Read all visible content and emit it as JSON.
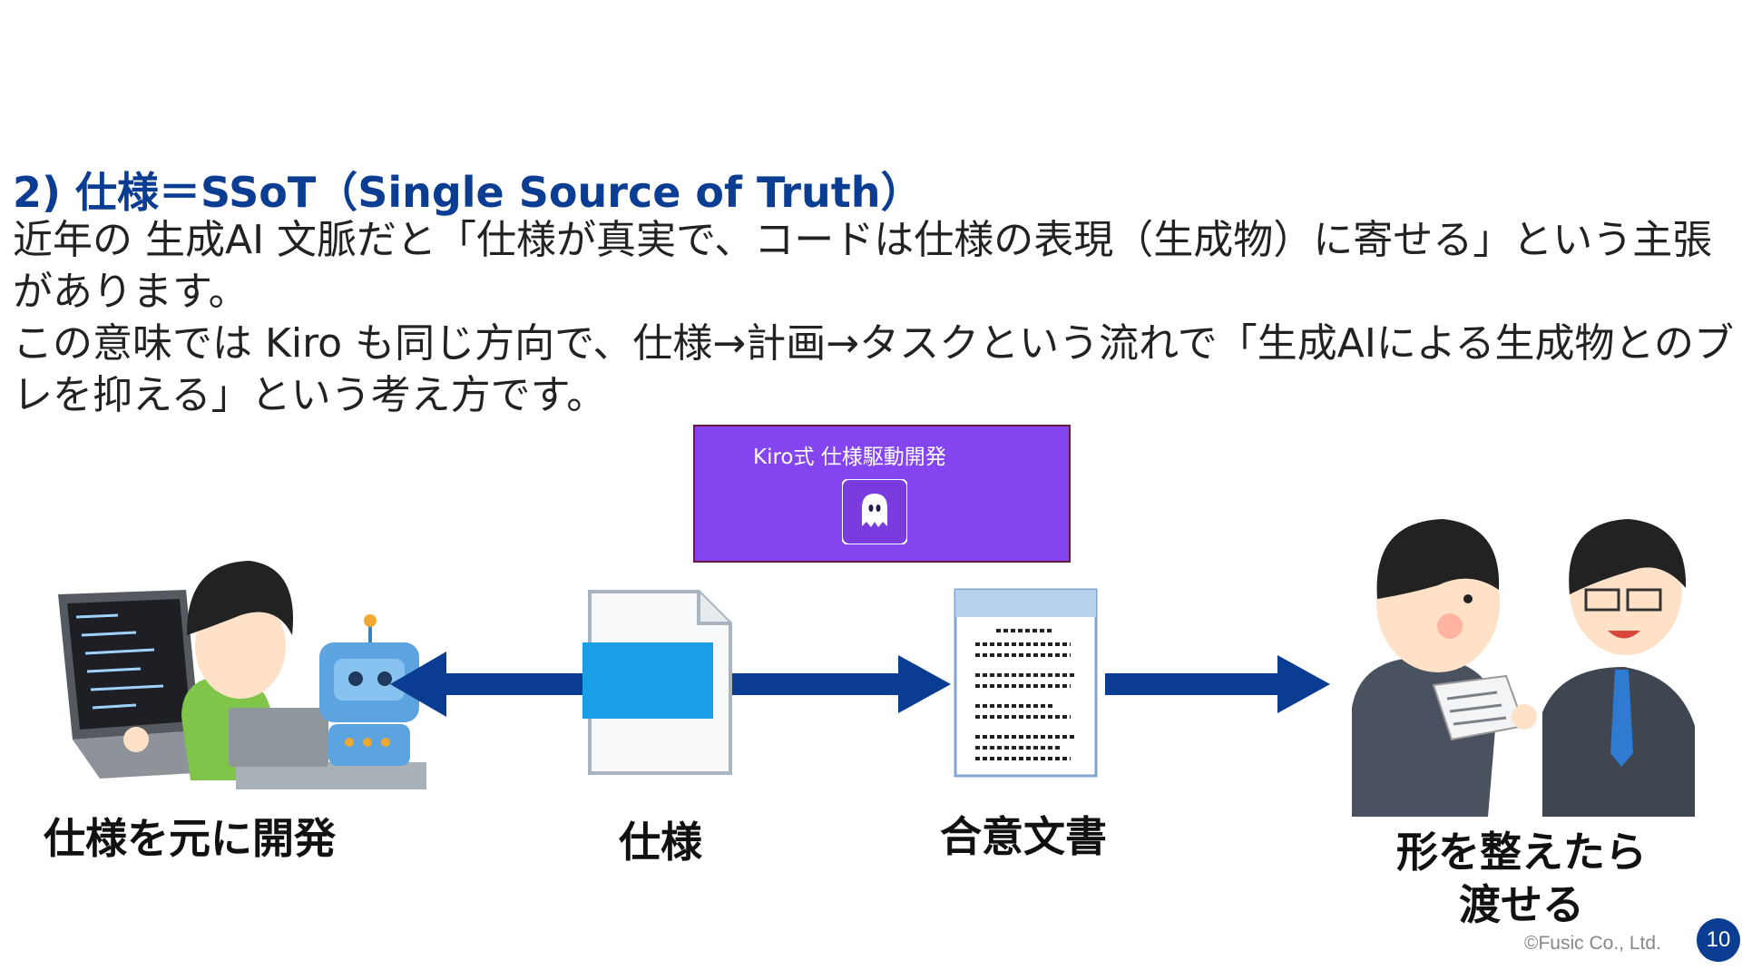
{
  "slide": {
    "heading": "2) 仕様＝SSoT（Single Source of Truth）",
    "paragraphs": [
      "近年の 生成AI 文脈だと「仕様が真実で、コードは仕様の表現（生成物）に寄せる」という主張があります。",
      "この意味では Kiro も同じ方向で、仕様→計画→タスクという流れで「生成AIによる生成物とのブレを抑える」という考え方です。"
    ],
    "kiro_box": {
      "label": "Kiro式 仕様駆動開発",
      "logo_icon": "kiro-ghost-icon"
    },
    "labels": {
      "develop": "仕様を元に開発",
      "spec": "仕様",
      "agreement": "合意文書",
      "handover_line1": "形を整えたら",
      "handover_line2": "渡せる"
    },
    "footer": "©Fusic Co., Ltd.",
    "page_number": "10"
  },
  "colors": {
    "heading": "#0b3e92",
    "arrow": "#0a3d91",
    "kiro_box": "#8444f0",
    "spec_band": "#1a9ee6",
    "page_badge": "#0b3e92"
  }
}
